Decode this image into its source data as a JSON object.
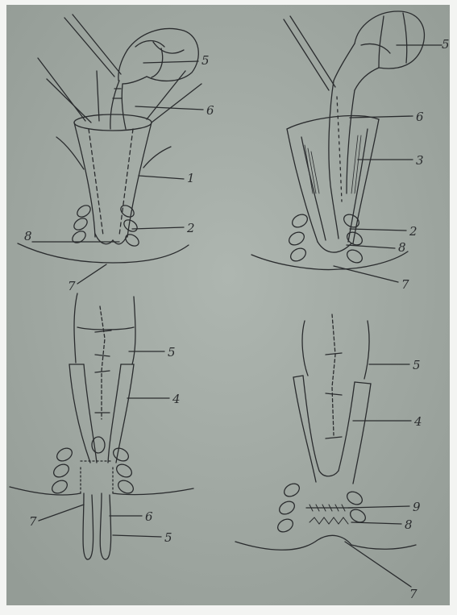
{
  "colors": {
    "paper": "#a8b0aa",
    "paper_shadow": "#8f9791",
    "ink": "#2a2c2e",
    "frame": "#f3f4f2"
  },
  "panels": [
    {
      "id": "top-left",
      "labels": [
        "5",
        "6",
        "1",
        "2",
        "8",
        "7"
      ]
    },
    {
      "id": "top-right",
      "labels": [
        "5",
        "6",
        "3",
        "2",
        "8",
        "7"
      ]
    },
    {
      "id": "bottom-left",
      "labels": [
        "5",
        "4",
        "7",
        "6",
        "5"
      ]
    },
    {
      "id": "bottom-right",
      "labels": [
        "5",
        "4",
        "9",
        "8",
        "7"
      ]
    }
  ]
}
